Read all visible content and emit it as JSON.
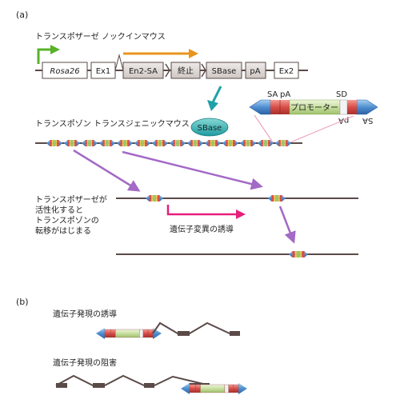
{
  "panels": {
    "a": "(a)",
    "b": "(b)"
  },
  "labels": {
    "transposase_mouse": "トランスポザーゼ ノックインマウス",
    "transposon_mouse": "トランスポゾン トランスジェニックマウス",
    "activation_line1": "トランスポザーゼが",
    "activation_line2": "活性化すると",
    "activation_line3": "トランスポゾンの",
    "activation_line4": "転移がはじまる",
    "mutation_induction": "遺伝子変異の誘導",
    "expression_induction": "遺伝子発現の誘導",
    "expression_inhibition": "遺伝子発現の阻害"
  },
  "construct": {
    "rosa26": "Rosa26",
    "ex1": "Ex1",
    "en2sa": "En2-SA",
    "stop": "終止",
    "sbase": "SBase",
    "pa": "pA",
    "ex2": "Ex2"
  },
  "enzyme": "SBase",
  "transposon": {
    "sa": "SA",
    "pa": "pA",
    "promoter": "プロモーター",
    "sd": "SD",
    "sa_flipped": "SA",
    "pa_flipped": "pA"
  },
  "colors": {
    "backbone": "#5a4a48",
    "exon_fill": "#ffffff",
    "gene_fill": "#dcd6d3",
    "green_arrow": "#59b22a",
    "orange_arrow": "#e8951c",
    "teal": "#1ea1a8",
    "purple": "#a36ac6",
    "magenta": "#e4207c",
    "blue_itr": "#4f8fd0",
    "red_block": "#d94d48",
    "promoter": "#c8dfa0",
    "pink_line": "#f0a6c0"
  }
}
